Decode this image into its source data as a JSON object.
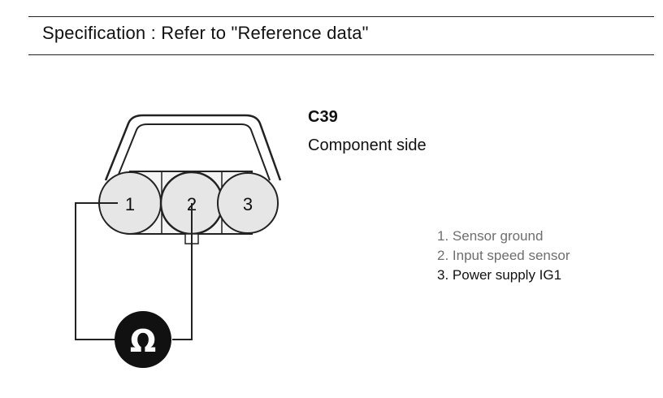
{
  "header": {
    "specification": "Specification : Refer to \"Reference data\""
  },
  "connector": {
    "id": "C39",
    "side": "Component side",
    "pin_numbers": [
      "1",
      "2",
      "3"
    ],
    "meter_symbol": "Ω"
  },
  "pins": [
    {
      "label": "1. Sensor ground",
      "style": "dim"
    },
    {
      "label": "2. Input speed sensor",
      "style": "dim"
    },
    {
      "label": "3. Power supply IG1",
      "style": "strong"
    }
  ],
  "colors": {
    "line": "#222222",
    "meter_fill": "#111111",
    "dim_text": "#6e6e6e"
  }
}
